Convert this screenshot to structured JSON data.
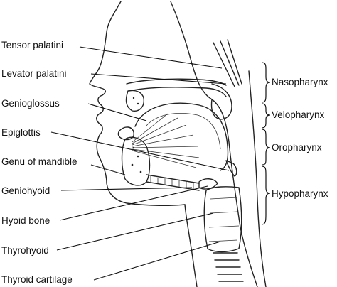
{
  "diagram": {
    "left_labels": [
      "Tensor palatini",
      "Levator palatini",
      "Genioglossus",
      "Epiglottis",
      "Genu of mandible",
      "Geniohyoid",
      "Hyoid bone",
      "Thyrohyoid",
      "Thyroid cartilage"
    ],
    "right_labels": [
      "Nasopharynx",
      "Velopharynx",
      "Oropharynx",
      "Hypopharynx"
    ],
    "line_color": "#111111",
    "background": "#ffffff"
  }
}
